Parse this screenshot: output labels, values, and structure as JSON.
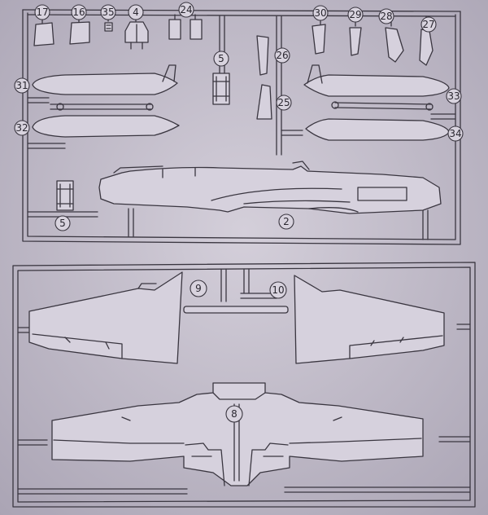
{
  "callouts": {
    "p17": "17",
    "p16": "16",
    "p35": "35",
    "p4": "4",
    "p24": "24",
    "p30": "30",
    "p29": "29",
    "p28": "28",
    "p27": "27",
    "p5a": "5",
    "p26": "26",
    "p25": "25",
    "p31": "31",
    "p32": "32",
    "p33": "33",
    "p34": "34",
    "p5b": "5",
    "p2": "2",
    "p9": "9",
    "p10": "10",
    "p8": "8"
  },
  "colors": {
    "paper": "#cbc6d3",
    "ink": "#3a3640",
    "part": "#d6d1dd"
  }
}
